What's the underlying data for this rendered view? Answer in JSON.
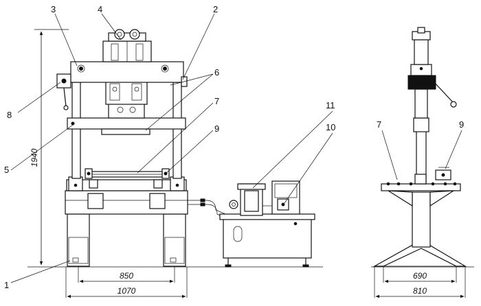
{
  "labels": {
    "n1": "1",
    "n2": "2",
    "n3": "3",
    "n4": "4",
    "n5": "5",
    "n6": "6",
    "n7": "7",
    "n8": "8",
    "n9": "9",
    "n10": "10",
    "n11": "11",
    "side_n7": "7",
    "side_n9": "9"
  },
  "dimensions": {
    "height": "1940",
    "inner_width": "850",
    "outer_width": "1070",
    "side_inner_width": "690",
    "side_outer_width": "810"
  }
}
